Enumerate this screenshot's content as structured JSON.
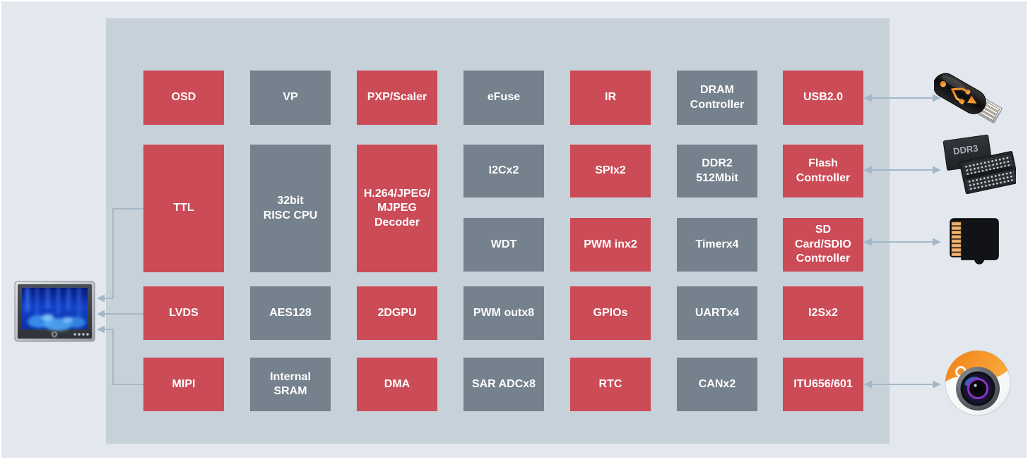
{
  "colors": {
    "block_red": "#cb4b57",
    "block_gray": "#75818c",
    "panel_background": "#c7d1da",
    "page_background": "#e2e8ee",
    "arrow": "#a4b7c6",
    "block_text": "#ffffff"
  },
  "soc_panel": {
    "blocks": [
      {
        "label": "OSD",
        "color": "red",
        "col": 0,
        "row": "r1"
      },
      {
        "label": "VP",
        "color": "gray",
        "col": 1,
        "row": "r1"
      },
      {
        "label": "PXP/Scaler",
        "color": "red",
        "col": 2,
        "row": "r1"
      },
      {
        "label": "eFuse",
        "color": "gray",
        "col": 3,
        "row": "r1"
      },
      {
        "label": "IR",
        "color": "red",
        "col": 4,
        "row": "r1"
      },
      {
        "label": "DRAM\nController",
        "color": "gray",
        "col": 5,
        "row": "r1"
      },
      {
        "label": "USB2.0",
        "color": "red",
        "col": 6,
        "row": "r1"
      },
      {
        "label": "TTL",
        "color": "red",
        "col": 0,
        "row": "r2tall"
      },
      {
        "label": "32bit\nRISC CPU",
        "color": "gray",
        "col": 1,
        "row": "r2tall"
      },
      {
        "label": "H.264/JPEG/\nMJPEG\nDecoder",
        "color": "red",
        "col": 2,
        "row": "r2tall"
      },
      {
        "label": "I2Cx2",
        "color": "gray",
        "col": 3,
        "row": "r2a"
      },
      {
        "label": "SPIx2",
        "color": "red",
        "col": 4,
        "row": "r2a"
      },
      {
        "label": "DDR2\n512Mbit",
        "color": "gray",
        "col": 5,
        "row": "r2a"
      },
      {
        "label": "Flash\nController",
        "color": "red",
        "col": 6,
        "row": "r2a"
      },
      {
        "label": "WDT",
        "color": "gray",
        "col": 3,
        "row": "r2b"
      },
      {
        "label": "PWM inx2",
        "color": "red",
        "col": 4,
        "row": "r2b"
      },
      {
        "label": "Timerx4",
        "color": "gray",
        "col": 5,
        "row": "r2b"
      },
      {
        "label": "SD\nCard/SDIO\nController",
        "color": "red",
        "col": 6,
        "row": "r2b"
      },
      {
        "label": "LVDS",
        "color": "red",
        "col": 0,
        "row": "r3"
      },
      {
        "label": "AES128",
        "color": "gray",
        "col": 1,
        "row": "r3"
      },
      {
        "label": "2DGPU",
        "color": "red",
        "col": 2,
        "row": "r3"
      },
      {
        "label": "PWM outx8",
        "color": "gray",
        "col": 3,
        "row": "r3"
      },
      {
        "label": "GPIOs",
        "color": "red",
        "col": 4,
        "row": "r3"
      },
      {
        "label": "UARTx4",
        "color": "gray",
        "col": 5,
        "row": "r3"
      },
      {
        "label": "I2Sx2",
        "color": "red",
        "col": 6,
        "row": "r3"
      },
      {
        "label": "MIPI",
        "color": "red",
        "col": 0,
        "row": "r4"
      },
      {
        "label": "Internal\nSRAM",
        "color": "gray",
        "col": 1,
        "row": "r4"
      },
      {
        "label": "DMA",
        "color": "red",
        "col": 2,
        "row": "r4"
      },
      {
        "label": "SAR ADCx8",
        "color": "gray",
        "col": 3,
        "row": "r4"
      },
      {
        "label": "RTC",
        "color": "red",
        "col": 4,
        "row": "r4"
      },
      {
        "label": "CANx2",
        "color": "gray",
        "col": 5,
        "row": "r4"
      },
      {
        "label": "ITU656/601",
        "color": "red",
        "col": 6,
        "row": "r4"
      }
    ]
  },
  "peripherals": {
    "display": {
      "name": "display-monitor",
      "icon": "monitor-icon"
    },
    "usb": {
      "name": "usb-flash-drive",
      "icon": "usb-flash-drive-icon"
    },
    "ddr3": {
      "name": "ddr3-memory-chips",
      "icon": "ddr3-memory-icon",
      "chip_label": "DDR3"
    },
    "sd": {
      "name": "micro-sd-card",
      "icon": "micro-sd-card-icon"
    },
    "camera": {
      "name": "camera",
      "icon": "camera-icon"
    }
  },
  "connections": [
    {
      "from": "TTL",
      "to": "display-monitor",
      "bidirectional": false
    },
    {
      "from": "LVDS",
      "to": "display-monitor",
      "bidirectional": false
    },
    {
      "from": "MIPI",
      "to": "display-monitor",
      "bidirectional": false
    },
    {
      "from": "USB2.0",
      "to": "usb-flash-drive",
      "bidirectional": true
    },
    {
      "from": "Flash Controller",
      "to": "ddr3-memory-chips",
      "bidirectional": true
    },
    {
      "from": "SD Card/SDIO Controller",
      "to": "micro-sd-card",
      "bidirectional": true
    },
    {
      "from": "ITU656/601",
      "to": "camera",
      "bidirectional": true
    }
  ]
}
